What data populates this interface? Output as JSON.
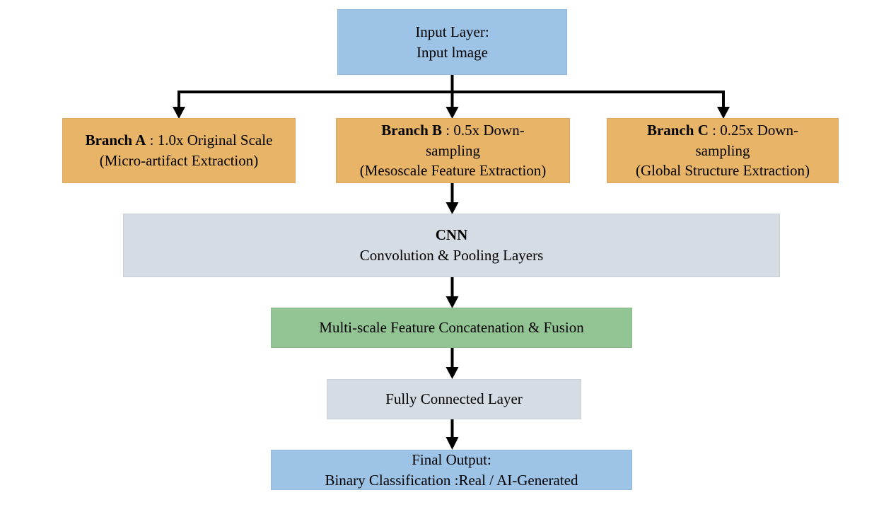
{
  "diagram": {
    "input": {
      "line1": "Input Layer:",
      "line2": "Input lmage"
    },
    "branches": [
      {
        "bold": "Branch A",
        "line1": " : 1.0x Original Scale",
        "line2": "(Micro-artifact Extraction)"
      },
      {
        "bold": "Branch B",
        "line1": " : 0.5x Down-",
        "line2": "sampling",
        "line3": "(Mesoscale Feature Extraction)"
      },
      {
        "bold": "Branch C",
        "line1": " : 0.25x Down-",
        "line2": "sampling",
        "line3": "(Global Structure Extraction)"
      }
    ],
    "cnn": {
      "line1": "CNN",
      "line2": "Convolution & Pooling Layers"
    },
    "fusion": {
      "line1": "Multi-scale Feature Concatenation & Fusion"
    },
    "fc": {
      "line1": "Fully Connected Layer"
    },
    "output": {
      "line1": "Final Output:",
      "line2": "Binary Classification :Real / AI-Generated"
    }
  },
  "colors": {
    "blue": "#9DC3E6",
    "orange": "#E8B468",
    "gray": "#D6DCE3",
    "green": "#93C594",
    "arrow": "#000000"
  }
}
